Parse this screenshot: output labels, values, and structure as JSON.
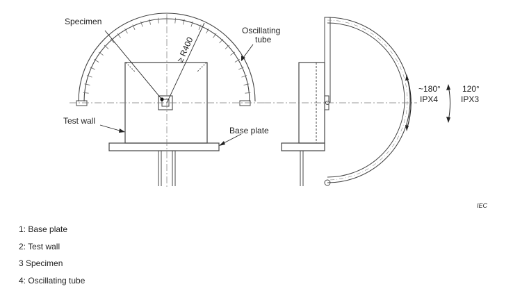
{
  "labels": {
    "specimen": "Specimen",
    "oscillating_tube_1": "Oscillating",
    "oscillating_tube_2": "tube",
    "radius": "≥ R400",
    "test_wall": "Test wall",
    "base_plate": "Base plate",
    "angle_180": "~180°",
    "ipx4": "IPX4",
    "angle_120": "120°",
    "ipx3": "IPX3",
    "iec": "IEC"
  },
  "legend": [
    "1: Base plate",
    "2: Test wall",
    "3  Specimen",
    "4: Oscillating tube"
  ]
}
